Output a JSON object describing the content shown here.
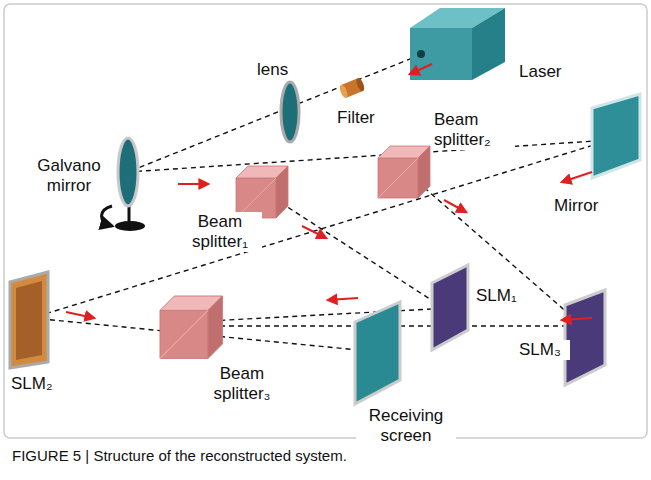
{
  "diagram": {
    "caption": "FIGURE 5 | Structure of the reconstructed system.",
    "labels": [
      "Laser",
      "Filter",
      "lens",
      "Beam splitter₂",
      "Galvano mirror",
      "Beam splitter₁",
      "Mirror",
      "SLM₂",
      "SLM₁",
      "SLM₃",
      "Beam splitter₃",
      "Receiving screen"
    ]
  }
}
